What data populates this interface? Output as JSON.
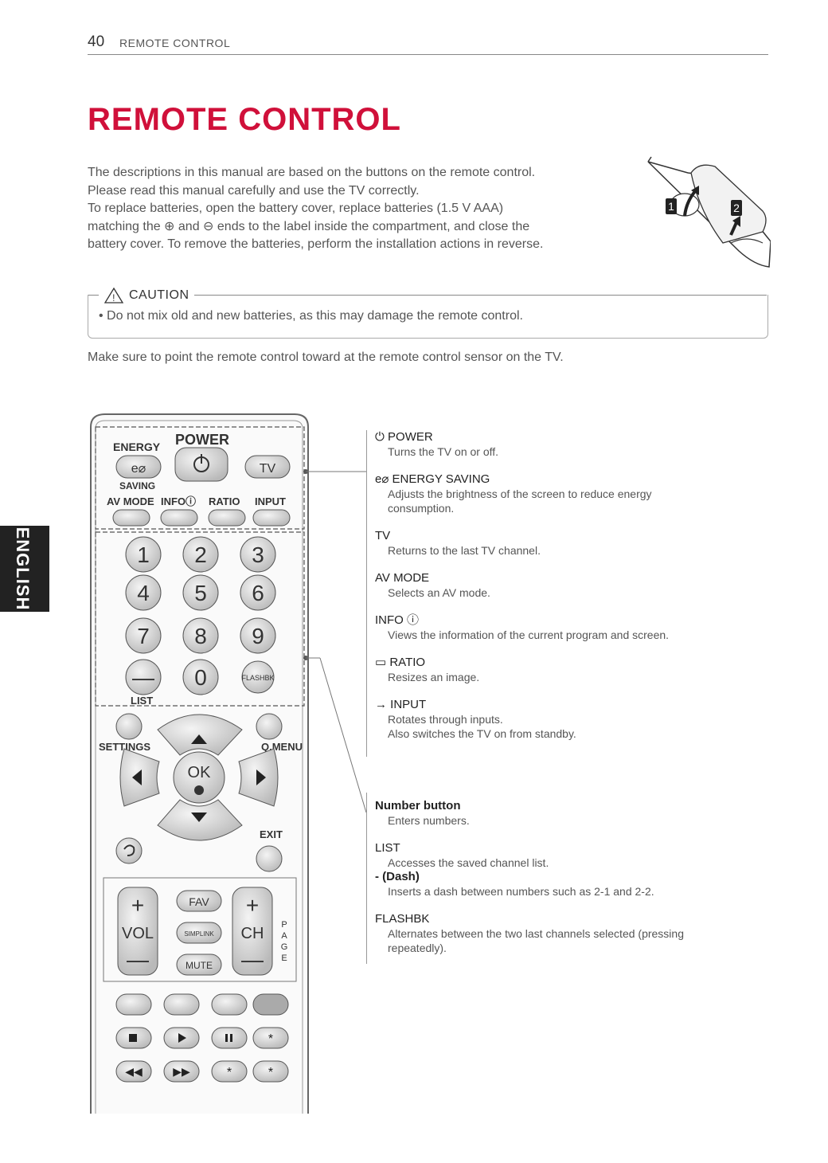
{
  "header": {
    "page_number": "40",
    "section": "REMOTE CONTROL"
  },
  "title": "REMOTE CONTROL",
  "intro_lines": [
    "The descriptions in this manual are based on the buttons on the remote control.",
    "Please read this manual carefully and use the TV correctly.",
    "To replace batteries, open the battery cover, replace batteries (1.5 V AAA)",
    "matching the ⊕ and ⊖ ends to the label inside the compartment, and close the",
    "battery cover. To remove the batteries, perform the installation actions in reverse."
  ],
  "illustration": {
    "step1": "1",
    "step2": "2"
  },
  "caution": {
    "label": "CAUTION",
    "text": "•  Do not mix old and new batteries, as this may damage the remote control."
  },
  "pointing_text": "Make sure to point the remote control toward at the remote control sensor on the TV.",
  "side_tab": "ENGLISH",
  "remote": {
    "energy": "ENERGY",
    "power": "POWER",
    "saving": "SAVING",
    "tv": "TV",
    "avmode": "AV MODE",
    "info": "INFOⓘ",
    "ratio": "RATIO",
    "input": "INPUT",
    "numbers": [
      "1",
      "2",
      "3",
      "4",
      "5",
      "6",
      "7",
      "8",
      "9"
    ],
    "zero": "0",
    "dash": "—",
    "flashbk": "FLASHBK",
    "list": "LIST",
    "settings": "SETTINGS",
    "qmenu": "Q.MENU",
    "ok": "OK",
    "exit": "EXIT",
    "vol": "VOL",
    "ch": "CH",
    "fav": "FAV",
    "simplink": "SIMPLINK",
    "mute": "MUTE",
    "page": "PAGE"
  },
  "descriptions_1": [
    {
      "title": "⏻ POWER",
      "text": [
        "Turns the TV on or off."
      ]
    },
    {
      "title": "e⌀ ENERGY SAVING",
      "text": [
        "Adjusts the brightness of the screen to reduce energy",
        "consumption."
      ]
    },
    {
      "title": "TV",
      "text": [
        "Returns to the last TV channel."
      ]
    },
    {
      "title": "AV MODE",
      "text": [
        "Selects an AV mode."
      ]
    },
    {
      "title": "INFO ⓘ",
      "text": [
        "Views the information of the current program and screen."
      ]
    },
    {
      "title": "▭ RATIO",
      "text": [
        "Resizes an image."
      ]
    },
    {
      "title": "→ INPUT",
      "text": [
        "Rotates through inputs.",
        "Also switches the TV on from standby."
      ]
    }
  ],
  "descriptions_2": {
    "number_title": "Number button",
    "number_text": "Enters numbers.",
    "list_title": "LIST",
    "list_text": "Accesses the saved channel list.",
    "dash_title": "- (Dash)",
    "dash_text": "Inserts a dash between numbers such as 2-1 and 2-2.",
    "flashbk_title": "FLASHBK",
    "flashbk_text": [
      "Alternates between the two last channels selected (pressing",
      "repeatedly)."
    ]
  },
  "colors": {
    "title": "#d0103a",
    "tab": "#222222"
  }
}
